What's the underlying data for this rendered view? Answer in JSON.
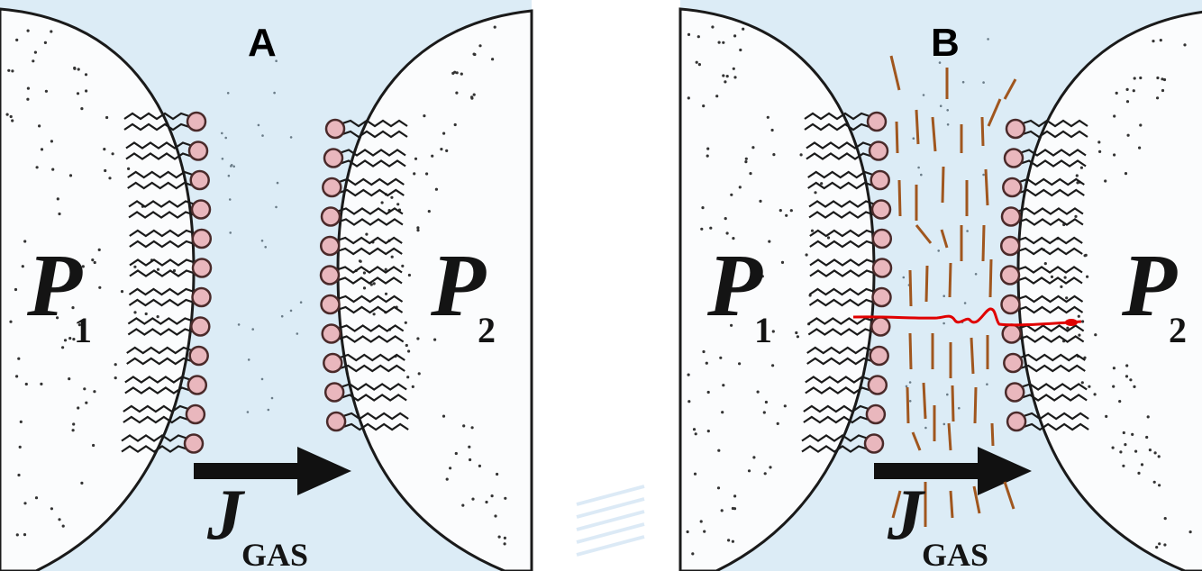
{
  "panels": [
    {
      "letter": "A",
      "left_pressure": {
        "symbol": "P",
        "subscript": "1"
      },
      "right_pressure": {
        "symbol": "P",
        "subscript": "2"
      },
      "flux": {
        "symbol": "J",
        "subscript": "GAS"
      },
      "rupture_marks": false
    },
    {
      "letter": "B",
      "left_pressure": {
        "symbol": "P",
        "subscript": "1"
      },
      "right_pressure": {
        "symbol": "P",
        "subscript": "2"
      },
      "flux": {
        "symbol": "J",
        "subscript": "GAS"
      },
      "rupture_marks": true
    }
  ],
  "colors": {
    "film": "#dcecf6",
    "outline": "#1a1a1a",
    "bead_fill": "#e9b7bd",
    "bead_stroke": "#4a2a2a",
    "dashes": "#a0561e",
    "rupture_line": "#e00000",
    "arrow": "#111111"
  }
}
